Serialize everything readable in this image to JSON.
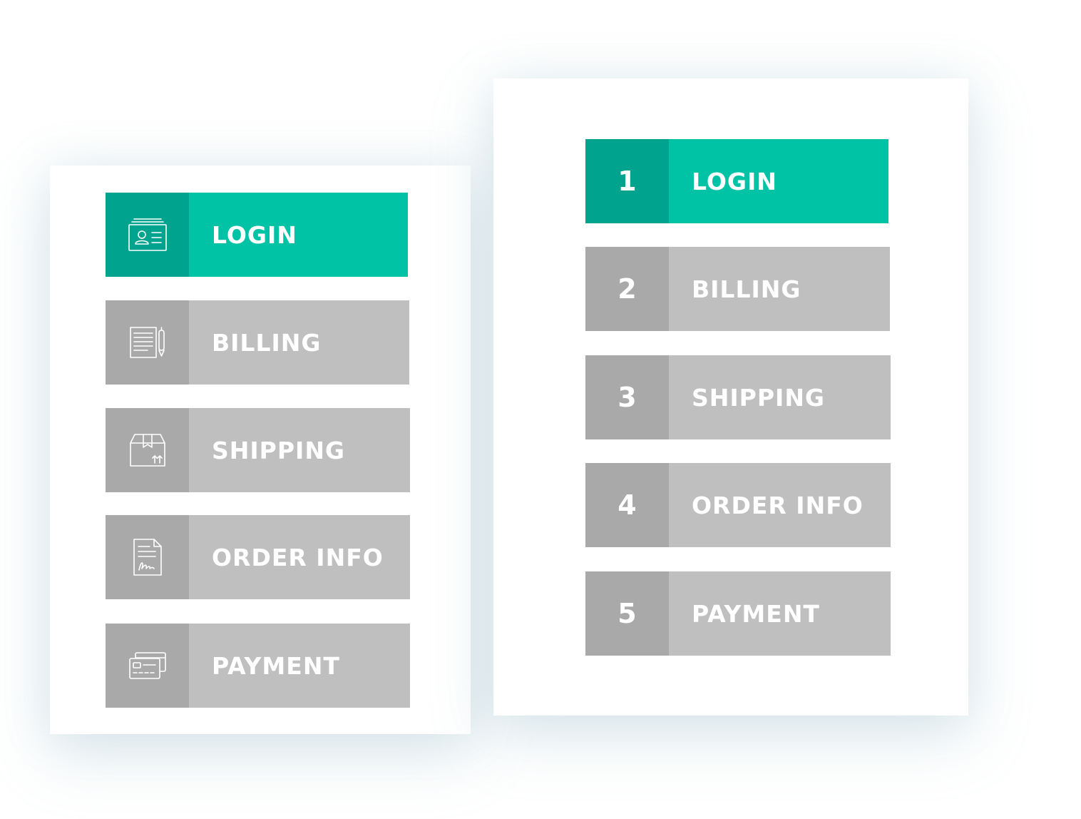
{
  "colors": {
    "active": "#00c2a4",
    "active_dark": "#00a38d",
    "inactive": "#bfbfbf",
    "inactive_dark": "#a9a9a9"
  },
  "icon_steps": [
    {
      "label": "LOGIN",
      "icon": "id-card-icon",
      "active": true
    },
    {
      "label": "BILLING",
      "icon": "invoice-pen-icon",
      "active": false
    },
    {
      "label": "SHIPPING",
      "icon": "package-box-icon",
      "active": false
    },
    {
      "label": "ORDER INFO",
      "icon": "signed-document-icon",
      "active": false
    },
    {
      "label": "PAYMENT",
      "icon": "credit-cards-icon",
      "active": false
    }
  ],
  "number_steps": [
    {
      "number": "1",
      "label": "LOGIN",
      "active": true
    },
    {
      "number": "2",
      "label": "BILLING",
      "active": false
    },
    {
      "number": "3",
      "label": "SHIPPING",
      "active": false
    },
    {
      "number": "4",
      "label": "ORDER INFO",
      "active": false
    },
    {
      "number": "5",
      "label": "PAYMENT",
      "active": false
    }
  ]
}
